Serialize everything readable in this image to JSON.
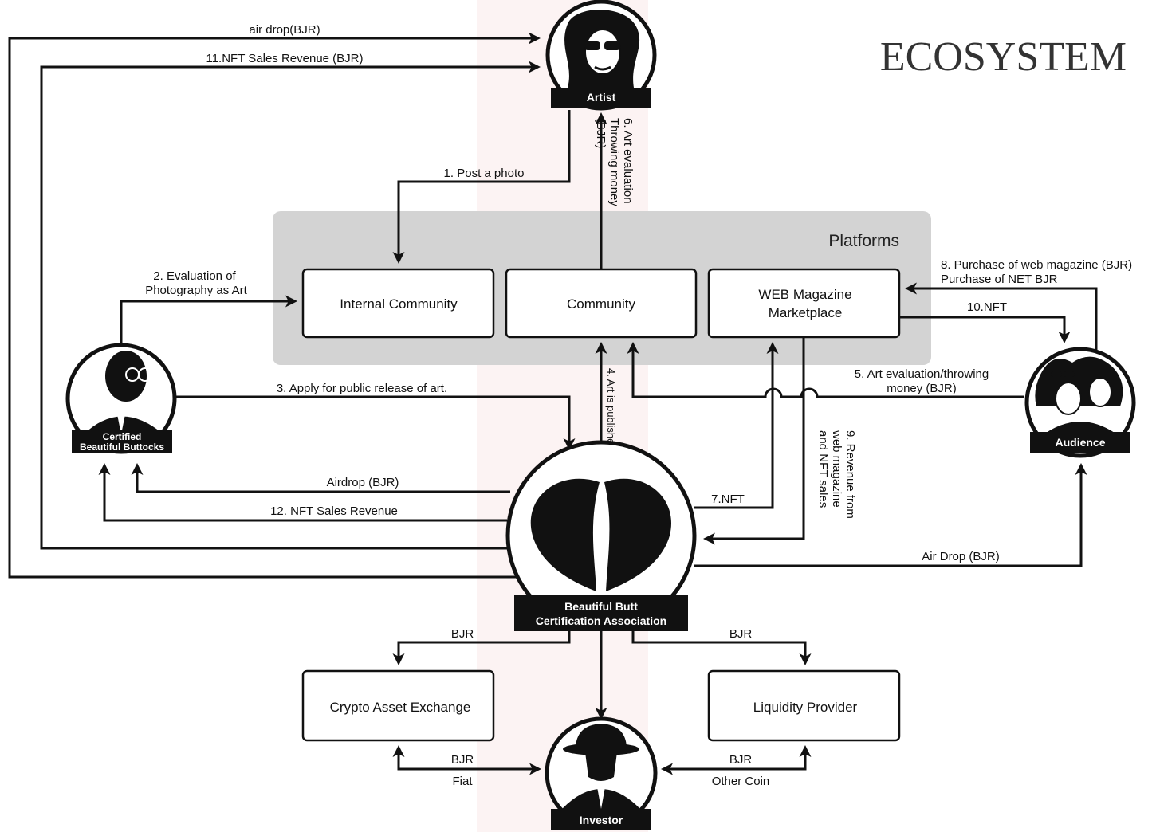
{
  "title": "ECOSYSTEM",
  "platforms": {
    "label": "Platforms",
    "boxes": {
      "internal_community": "Internal Community",
      "community": "Community",
      "web_magazine_line1": "WEB Magazine",
      "web_magazine_line2": "Marketplace"
    }
  },
  "actors": {
    "artist": "Artist",
    "audience": "Audience",
    "certified_line1": "Certified",
    "certified_line2": "Beautiful Buttocks",
    "association_line1": "Beautiful Butt",
    "association_line2": "Certification Association",
    "investor": "Investor"
  },
  "boxes": {
    "crypto_exchange": "Crypto Asset Exchange",
    "liquidity_provider": "Liquidity Provider"
  },
  "flows": {
    "air_drop_artist": "air drop(BJR)",
    "nft_revenue_artist": "11.NFT Sales Revenue (BJR)",
    "post_photo": "1. Post a photo",
    "art_eval_line1": "6. Art evaluation",
    "art_eval_line2": "Throwing money",
    "art_eval_line3": "(BJR)",
    "eval_photo_line1": "2. Evaluation of",
    "eval_photo_line2": "Photography as Art",
    "apply_release": "3. Apply for public release of art.",
    "art_published": "4. Art is published",
    "purchase_line1": "8. Purchase of web magazine (BJR)",
    "purchase_line2": "Purchase of NET BJR",
    "nft_10": "10.NFT",
    "art_eval_throw_line1": "5. Art evaluation/throwing",
    "art_eval_throw_line2": "money (BJR)",
    "revenue_line1": "9. Revenue from",
    "revenue_line2": "web magazine",
    "revenue_line3": "and NFT sales",
    "nft_7": "7.NFT",
    "airdrop_certified": "Airdrop (BJR)",
    "nft_revenue_certified": "12. NFT Sales Revenue",
    "air_drop_audience": "Air Drop (BJR)",
    "bjr_left": "BJR",
    "bjr_right": "BJR",
    "bjr_exchange": "BJR",
    "fiat": "Fiat",
    "bjr_liquidity": "BJR",
    "other_coin": "Other Coin"
  },
  "icons": {
    "artist": "woman-with-sunglasses-portrait",
    "certified": "man-with-glasses-portrait",
    "association": "butt-heart-logo",
    "audience": "group-portrait",
    "investor": "fedora-man-portrait"
  },
  "colors": {
    "platform_panel": "#d3d3d3",
    "line": "#111111",
    "tag_background": "#111111",
    "title": "#333333",
    "center_band": "#fbe9e9"
  }
}
